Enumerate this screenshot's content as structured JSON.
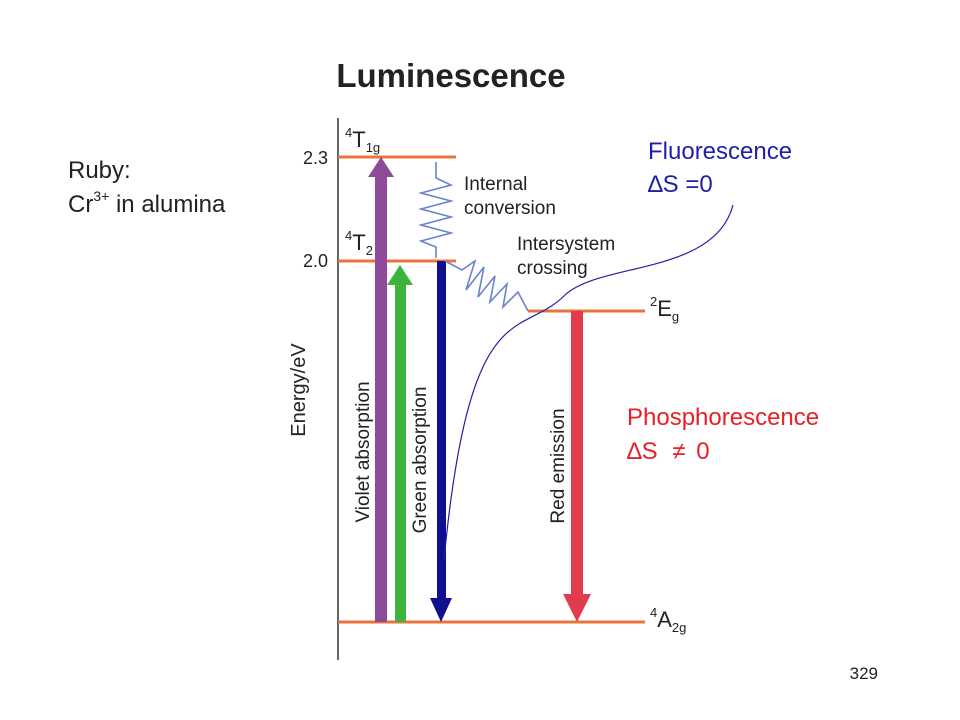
{
  "title": "Luminescence",
  "ruby": {
    "line1": "Ruby:",
    "line2_prefix": "Cr",
    "line2_sup": "3+",
    "line2_suffix": " in alumina"
  },
  "axis": {
    "label": "Energy/eV",
    "tick_high": "2.3",
    "tick_mid": "2.0"
  },
  "levels": {
    "t1g": {
      "sup": "4",
      "main": "T",
      "sub": "1g"
    },
    "t2": {
      "sup": "4",
      "main": "T",
      "sub": "2"
    },
    "eg": {
      "sup": "2",
      "main": "E",
      "sub": "g"
    },
    "a2g": {
      "sup": "4",
      "main": "A",
      "sub": "2g"
    }
  },
  "transitions": {
    "violet": "Violet absorption",
    "green": "Green absorption",
    "red": "Red emission"
  },
  "internal_conversion": {
    "line1": "Internal",
    "line2": "conversion"
  },
  "intersystem_crossing": {
    "line1": "Intersystem",
    "line2": "crossing"
  },
  "fluorescence": {
    "name": "Fluorescence",
    "rule": "∆S =0"
  },
  "phosphorescence": {
    "name": "Phosphorescence",
    "rule_prefix": "∆S ",
    "rule_neq": "≠",
    "rule_value": " 0"
  },
  "page_number": "329",
  "colors": {
    "level_line": "#E8743B",
    "violet_arrow": "#8E4B9A",
    "green_arrow": "#3DB53D",
    "navy_arrow": "#10108E",
    "red_arrow": "#E23B4B",
    "blue_text": "#1F1FA8",
    "phosphor_text": "#E8202A",
    "zigzag": "#6A84C8"
  }
}
